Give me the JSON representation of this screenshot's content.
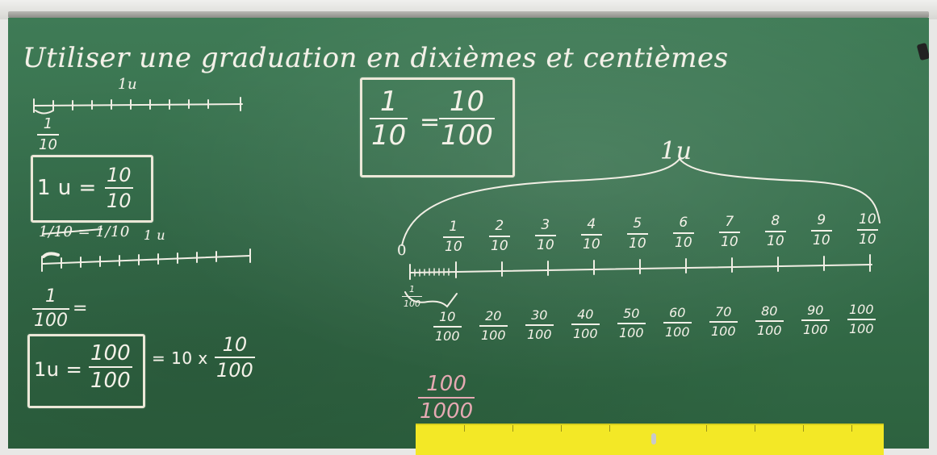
{
  "title": "Utiliser une graduation en dixièmes et centièmes",
  "small_ruler": {
    "unit_label": "1u",
    "fraction": {
      "num": "1",
      "den": "10"
    }
  },
  "left_eq1": {
    "lhs": "1 u =",
    "num": "10",
    "den": "10"
  },
  "middle_ruler": {
    "strike_text": "1/10 = 1/10",
    "unit_label": "1 u"
  },
  "left_eq2": {
    "frac": {
      "num": "1",
      "den": "100"
    },
    "eq_sign": "=",
    "lhs": "1u =",
    "num": "100",
    "den": "100",
    "rhs_prefix": "= 10 x",
    "rhs_num": "10",
    "rhs_den": "100"
  },
  "top_box": {
    "n1": "1",
    "d1": "10",
    "eq": "=",
    "n2": "10",
    "d2": "100"
  },
  "big_ruler": {
    "unit_label": "1u",
    "zero_label": "0",
    "tenths": [
      {
        "num": "1",
        "den": "10"
      },
      {
        "num": "2",
        "den": "10"
      },
      {
        "num": "3",
        "den": "10"
      },
      {
        "num": "4",
        "den": "10"
      },
      {
        "num": "5",
        "den": "10"
      },
      {
        "num": "6",
        "den": "10"
      },
      {
        "num": "7",
        "den": "10"
      },
      {
        "num": "8",
        "den": "10"
      },
      {
        "num": "9",
        "den": "10"
      },
      {
        "num": "10",
        "den": "10"
      }
    ],
    "hundredths": [
      {
        "num": "10",
        "den": "100"
      },
      {
        "num": "20",
        "den": "100"
      },
      {
        "num": "30",
        "den": "100"
      },
      {
        "num": "40",
        "den": "100"
      },
      {
        "num": "50",
        "den": "100"
      },
      {
        "num": "60",
        "den": "100"
      },
      {
        "num": "70",
        "den": "100"
      },
      {
        "num": "80",
        "den": "100"
      },
      {
        "num": "90",
        "den": "100"
      },
      {
        "num": "100",
        "den": "100"
      }
    ],
    "small_frac": {
      "num": "1",
      "den": "100"
    }
  },
  "pink_frac": {
    "num": "100",
    "den": "1000"
  },
  "colors": {
    "board": "#366f4c",
    "chalk": "#f4f1e8",
    "pink_chalk": "#e6a9b3",
    "ruler": "#f3e826"
  }
}
